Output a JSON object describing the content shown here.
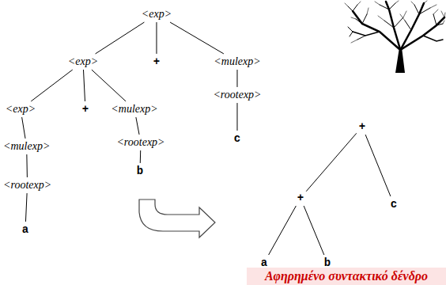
{
  "diagram": {
    "caption": "Αφηρημένο συντακτικό δένδρο",
    "nodes": [
      {
        "text": [
          "<exp>"
        ]
      },
      {
        "text": [
          "<exp>"
        ]
      },
      {
        "text": [
          "+"
        ]
      },
      {
        "text": [
          "<mulexp>"
        ]
      },
      {
        "text": [
          "<rootexp>"
        ]
      },
      {
        "text": [
          "<exp>"
        ]
      },
      {
        "text": [
          "+"
        ]
      },
      {
        "text": [
          "<mulexp>"
        ]
      },
      {
        "text": [
          "c"
        ]
      },
      {
        "text": [
          "<rootexp>"
        ]
      },
      {
        "text": [
          "<mulexp>"
        ]
      },
      {
        "text": [
          "b"
        ]
      },
      {
        "text": [
          "<rootexp>"
        ]
      },
      {
        "text": [
          "a"
        ]
      },
      {
        "text": [
          "+"
        ]
      },
      {
        "text": [
          "+"
        ]
      },
      {
        "text": [
          "c"
        ]
      },
      {
        "text": [
          "a"
        ]
      },
      {
        "text": [
          "b"
        ]
      }
    ],
    "edges": [
      {
        "from": 0,
        "to": 1,
        "arrow": "none"
      },
      {
        "from": 0,
        "to": 2,
        "arrow": "none"
      },
      {
        "from": 0,
        "to": 3,
        "arrow": "none"
      },
      {
        "from": 1,
        "to": 5,
        "arrow": "none"
      },
      {
        "from": 1,
        "to": 6,
        "arrow": "none"
      },
      {
        "from": 1,
        "to": 7,
        "arrow": "none"
      },
      {
        "from": 3,
        "to": 4,
        "arrow": "none"
      },
      {
        "from": 4,
        "to": 8,
        "arrow": "none"
      },
      {
        "from": 5,
        "to": 10,
        "arrow": "none"
      },
      {
        "from": 10,
        "to": 12,
        "arrow": "none"
      },
      {
        "from": 12,
        "to": 13,
        "arrow": "none"
      },
      {
        "from": 7,
        "to": 9,
        "arrow": "none"
      },
      {
        "from": 9,
        "to": 11,
        "arrow": "none"
      },
      {
        "from": 14,
        "to": 15,
        "arrow": "none"
      },
      {
        "from": 14,
        "to": 16,
        "arrow": "none"
      },
      {
        "from": 15,
        "to": 17,
        "arrow": "none"
      },
      {
        "from": 15,
        "to": 18,
        "arrow": "none"
      }
    ]
  }
}
